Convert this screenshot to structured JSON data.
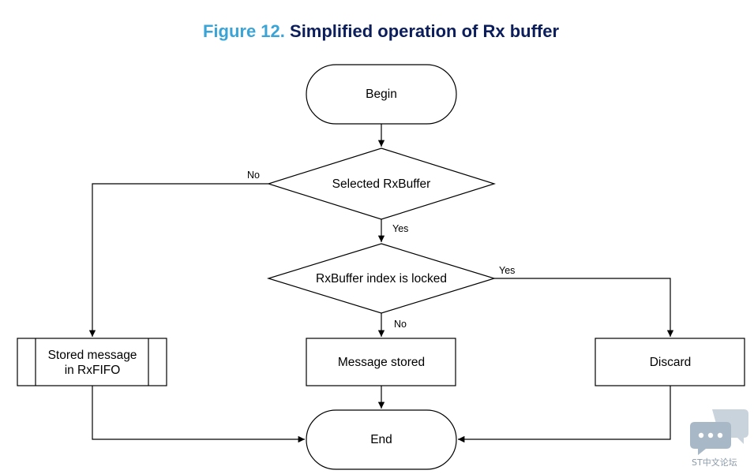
{
  "figure": {
    "number": "Figure 12.",
    "title": "Simplified operation of Rx buffer"
  },
  "nodes": {
    "begin": "Begin",
    "selected_rxbuffer": "Selected RxBuffer",
    "index_locked": "RxBuffer index is locked",
    "stored_rxfifo_line1": "Stored message",
    "stored_rxfifo_line2": "in RxFIFO",
    "message_stored": "Message stored",
    "discard": "Discard",
    "end": "End"
  },
  "edges": {
    "selected_no": "No",
    "selected_yes": "Yes",
    "locked_yes": "Yes",
    "locked_no": "No"
  },
  "watermark": {
    "text": "ST中文论坛"
  }
}
